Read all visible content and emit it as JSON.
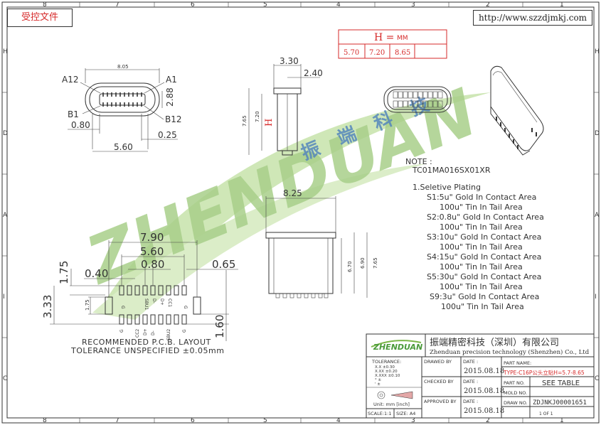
{
  "header": {
    "label": "受控文件",
    "url": "http://www.szzdjmkj.com"
  },
  "frame": {
    "top_numbers": [
      "8",
      "7",
      "6",
      "5",
      "4",
      "3",
      "2",
      "1"
    ],
    "side_letters": [
      "H",
      "D",
      "A",
      "I",
      "C"
    ]
  },
  "h_table": {
    "title_h": "H =",
    "unit": "MM",
    "values": [
      "5.70",
      "7.20",
      "8.65"
    ]
  },
  "watermark": {
    "brand": "ZHENDUAN",
    "chinese": "振 端 科 技"
  },
  "view1": {
    "width": "8.05",
    "a12": "A12",
    "a1": "A1",
    "b1": "B1",
    "b12": "B12",
    "d_288": "2.88",
    "d_080": "0.80",
    "d_025": "0.25",
    "d_560": "5.60"
  },
  "view2": {
    "d_330": "3.30",
    "d_240": "2.40",
    "d_765": "7.65",
    "d_720": "7.20",
    "h_label": "H"
  },
  "view4": {
    "d_825": "8.25",
    "d_670": "6.70",
    "d_690": "6.90",
    "d_765": "7.65"
  },
  "pcb": {
    "d_790": "7.90",
    "d_560": "5.60",
    "d_080": "0.80",
    "d_040": "0.40",
    "d_065": "0.65",
    "d_175": "1.75",
    "d_333": "3.33",
    "d_175b": "1.75",
    "d_160": "1.60",
    "recommended": "RECOMMENDED   P.C.B.  LAYOUT",
    "tolerance": "TOLERANCE  UNSPECIFIED  ±0.05mm",
    "top_labels": [
      "SBU1",
      "CC1",
      "D+",
      "D-",
      "G"
    ],
    "bot_labels": [
      "G",
      "D-",
      "D+",
      "CC2",
      "SBU2"
    ]
  },
  "notes": {
    "note": "NOTE :",
    "part": "TC01MA016SX01XR",
    "lines": [
      "1.Seletive Plating",
      "S1:5u\"  Gold  In  Contact  Area",
      "100u\"  Tin    In  Tail  Area",
      "S2:0.8u\"  Gold  In  Contact  Area",
      "100u\"  Tin    In  Tail  Area",
      "S3:10u\"  Gold  In  Contact  Area",
      "100u\"  Tin    In  Tail  Area",
      "S4:15u\"  Gold  In  Contact  Area",
      "100u\"  Tin    In  Tail  Area",
      "S5:30u\"  Gold  In  Contact  Area",
      "100u\"  Tin    In  Tail  Area",
      "S9:3u\"  Gold  In  Contact  Area",
      "100u\"  Tin    In  Tail  Area"
    ]
  },
  "title_block": {
    "company_cn": "振端精密科技（深圳）有限公司",
    "company_en": "Zhenduan precision technology (Shenzhen) Co., Ltd",
    "logo": "ZHENDUAN",
    "tolerance": "TOLERANCE:",
    "tol_rows": [
      "X.X  ±0.30",
      "X.XX  ±0.20",
      "X.XXX  ±0.10",
      "°  ±",
      "'  ±"
    ],
    "unit": "Unit:  mm [inch]",
    "scale": "SCALE:1:1",
    "size": "SIZE: A4",
    "drawn_by": "DRAWED BY",
    "checked_by": "CHECKED BY",
    "approved_by": "APPROVED BY",
    "date_label": "DATE :",
    "date1": "2015.08.18",
    "date2": "2015.08.18",
    "date3": "2015.08.18",
    "part_name_label": "PART NAME:",
    "part_name": "TYPE-C16P公头立贴H=5.7-8.65",
    "part_no_label": "PART NO.",
    "part_no": "SEE TABLE",
    "mold_no_label": "MOLD NO.",
    "draw_no_label": "DRAW NO.",
    "draw_no": "ZDJNKJ00001651",
    "sheet": "1 OF 1"
  }
}
